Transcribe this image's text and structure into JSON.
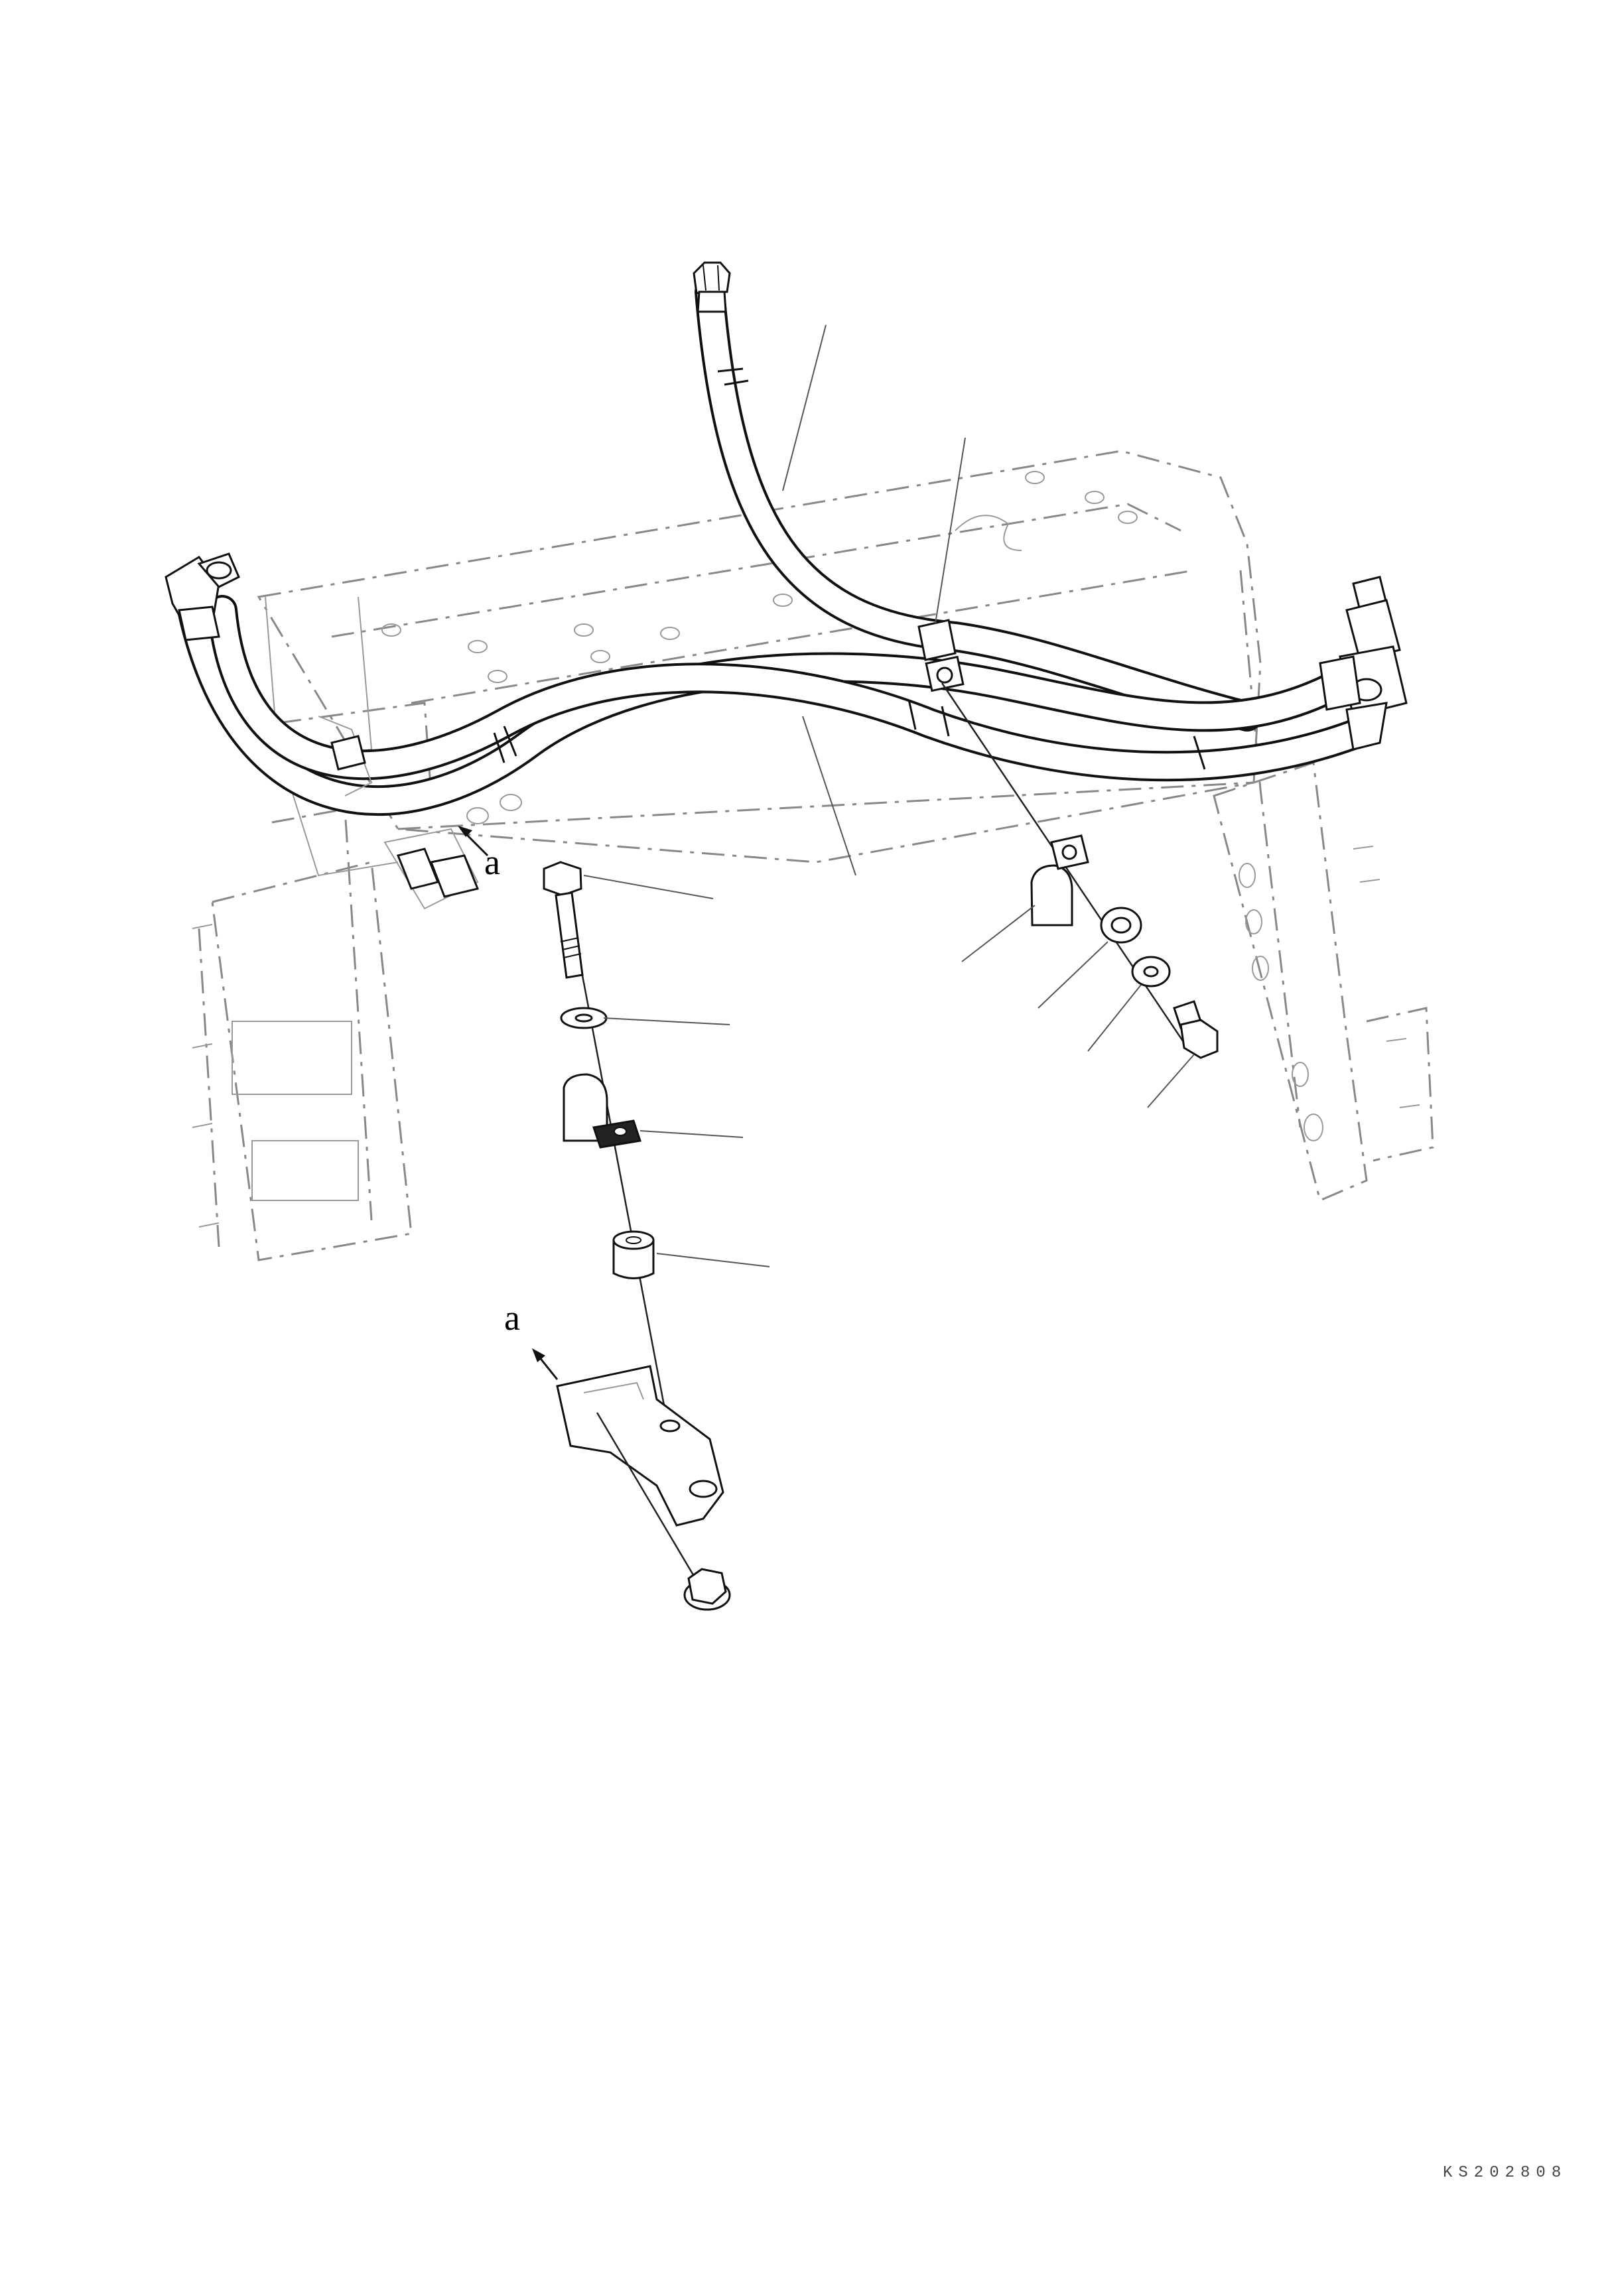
{
  "callouts": {
    "view_a_upper": "a",
    "view_a_lower": "a"
  },
  "drawing_code": "KS202808",
  "colors": {
    "ink": "#111111",
    "hidden_line": "#888888",
    "background": "#ffffff"
  }
}
